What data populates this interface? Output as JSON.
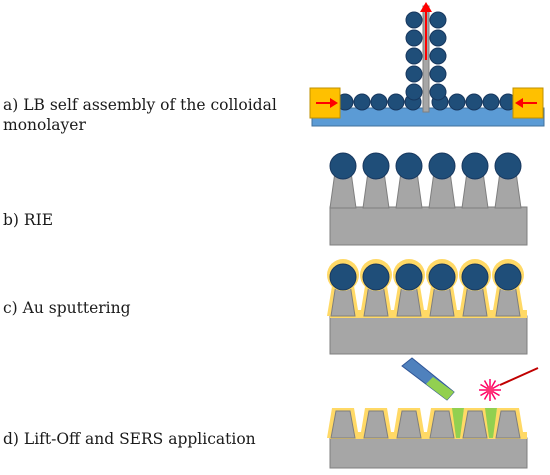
{
  "steps": [
    {
      "id": "a",
      "label": "a) LB self assembly of the colloidal monolayer"
    },
    {
      "id": "b",
      "label": "b) RIE"
    },
    {
      "id": "c",
      "label": "c) Au sputtering"
    },
    {
      "id": "d",
      "label": "d) Lift-Off and SERS application"
    }
  ],
  "colors": {
    "sphere": "#1f4e79",
    "sphere_stroke": "#17375e",
    "substrate": "#a6a6a6",
    "substrate_dark": "#7f7f7f",
    "trough": "#5b9bd5",
    "barrier": "#ffc000",
    "arrow": "#ff0000",
    "gold": "#ffd966",
    "tip_blue": "#4f81bd",
    "tip_green": "#92d050",
    "laser_burst": "#ff0066"
  },
  "icons": [
    "arrow-right-icon",
    "arrow-left-icon",
    "arrow-up-icon",
    "laser-burst-icon",
    "pipette-icon"
  ]
}
